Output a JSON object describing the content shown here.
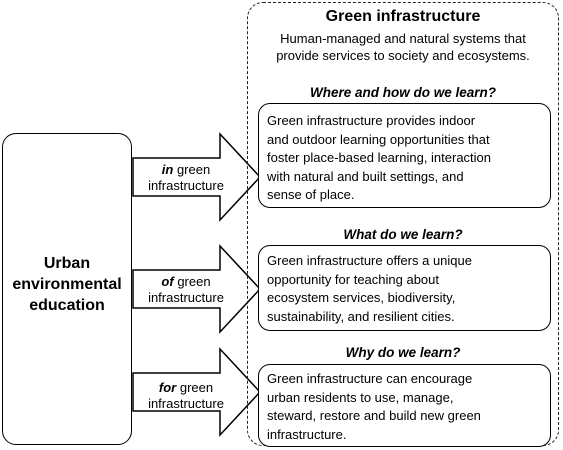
{
  "left_box": {
    "lines": [
      "Urban",
      "environmental",
      "education"
    ]
  },
  "right_panel": {
    "title": "Green infrastructure",
    "definition_lines": [
      "Human-managed and natural systems that",
      "provide services to society and ecosystems."
    ]
  },
  "rows": [
    {
      "connector_keyword": "in",
      "connector_rest": " green",
      "connector_line2": "infrastructure",
      "question": "Where and how do we learn?",
      "answer_lines": [
        "Green infrastructure provides indoor",
        "and outdoor learning opportunities that",
        "foster place-based learning, interaction",
        "with natural and built settings, and",
        "sense of place."
      ]
    },
    {
      "connector_keyword": "of",
      "connector_rest": " green",
      "connector_line2": "infrastructure",
      "question": "What do we learn?",
      "answer_lines": [
        "Green infrastructure offers a unique",
        "opportunity for teaching about",
        "ecosystem services, biodiversity,",
        "sustainability, and resilient cities."
      ]
    },
    {
      "connector_keyword": "for",
      "connector_rest": " green",
      "connector_line2": "infrastructure",
      "question": "Why do we learn?",
      "answer_lines": [
        "Green infrastructure can encourage",
        "urban residents to use, manage,",
        "steward, restore and build new green",
        "infrastructure."
      ]
    }
  ]
}
